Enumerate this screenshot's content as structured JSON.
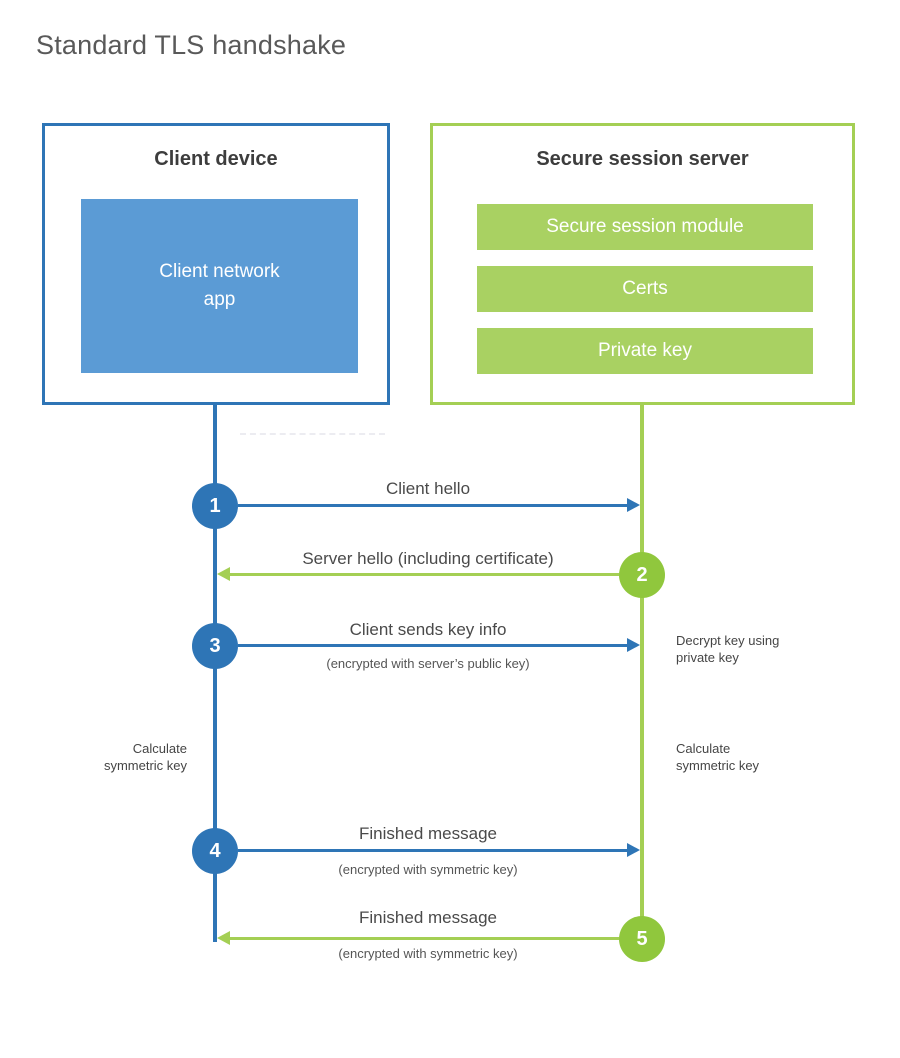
{
  "title": "Standard TLS handshake",
  "colors": {
    "blue": "#2e75b6",
    "blue-fill": "#5b9bd5",
    "green": "#a4cf54",
    "green-bar": "#a9d162",
    "green-circle": "#90c73d"
  },
  "client": {
    "title": "Client device",
    "app_label": "Client network app"
  },
  "server": {
    "title": "Secure session server",
    "modules": [
      "Secure session module",
      "Certs",
      "Private key"
    ]
  },
  "steps": [
    {
      "num": "1",
      "label": "Client hello"
    },
    {
      "num": "2",
      "label": "Server hello (including certificate)"
    },
    {
      "num": "3",
      "label": "Client sends key info",
      "sub": "(encrypted with server’s public key)",
      "side_note": "Decrypt key using private key"
    },
    {
      "num": "4",
      "label": "Finished message",
      "sub": "(encrypted with symmetric key)"
    },
    {
      "num": "5",
      "label": "Finished message",
      "sub": "(encrypted with symmetric key)"
    }
  ],
  "notes": {
    "client": "Calculate symmetric key",
    "server": "Calculate symmetric key"
  }
}
